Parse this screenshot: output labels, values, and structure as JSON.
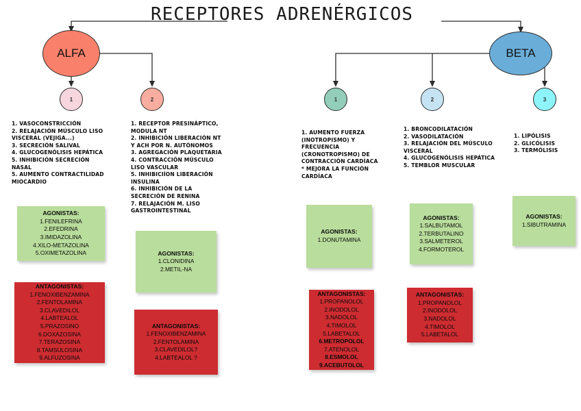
{
  "title": "RECEPTORES  ADRENÉRGICOS",
  "nodes": {
    "alfa": {
      "label": "ALFA",
      "color": "#f9806b"
    },
    "beta": {
      "label": "BETA",
      "color": "#6aadd8"
    },
    "alfa1": {
      "label": "1",
      "color": "#f7d6dd"
    },
    "alfa2": {
      "label": "2",
      "color": "#f9ada0"
    },
    "beta1": {
      "label": "1",
      "color": "#92ceb9"
    },
    "beta2": {
      "label": "2",
      "color": "#c6e3f3"
    },
    "beta3": {
      "label": "3",
      "color": "#8df4fa"
    }
  },
  "columns": [
    {
      "key": "alfa1",
      "effects": "1. VASOCONSTRICCIÓN\n2. RELAJACIÓN MÚSCULO LISO\nVISCERAL (VEJIGA...)\n3. SECRECIÓN SALIVAL\n4. GLUCOGENÓLISIS HEPÁTICA\n5. INHIBICIÓN SECRECIÓN\nNASAL\n5. AUMENTO CONTRACTILIDAD\nMIOCARDIO",
      "agonists": {
        "header": "AGONISTAS:",
        "items": [
          "1.FENILEFRINA",
          "2.EFEDRINA",
          "3.IMIDAZOLINA",
          "4.XILO-METAZOLINA",
          "5.OXIMETAZOLINA"
        ]
      },
      "antagonists": {
        "header": "ANTAGONISTAS:",
        "items": [
          "1.FENOXIBENZAMINA",
          "2.FENTOLAMINA",
          "3.CLAVEDILOL",
          "4.LABTEALOL",
          "5.PRAZOSINO",
          "6.DOXAZOSINA",
          "7.TERAZOSINA",
          "8.TAMSULOSINA",
          "9.ALFUZOSINA"
        ]
      }
    },
    {
      "key": "alfa2",
      "effects": "1. RECEPTOR PRESINÁPTICO,\nMODULA NT\n2. INHIBICIÓN LIBERACIÓN NT\nY ACH POR N. AUTÓNOMOS\n3. AGREGACIÓN PLAQUETARIA\n4. CONTRACCIÓN MÚSCULO\nLISO VASCULAR\n5. INHIBICIÍON LIBERACIÓN\nINSULINA\n6. INHIBICIÓN DE LA\nSECRECIÓN DE RENINA\n7. RELAJACIÓN M. LISO\nGASTROINTESTINAL",
      "agonists": {
        "header": "AGONISTAS:",
        "items": [
          "1.CLONIDINA",
          "2.METIL-NA"
        ]
      },
      "antagonists": {
        "header": "ANTAGONISTAS:",
        "items": [
          "1.FENOXIBENZAMINA",
          "2.FENTOLAMINA",
          "3.CLAVEDILOL?",
          "4.LABTEALOL ?"
        ]
      }
    },
    {
      "key": "beta1",
      "effects": "1. AUMENTO FUERZA\n(INOTROPISMO) Y\nFRECUENCIA\n(CRONOTROPISMO) DE\nCONTRACCIÓN CARDÍACA\n* MEJORA LA FUNCIÓN\nCARDÍACA",
      "agonists": {
        "header": "AGONISTAS:",
        "items": [
          "1.DONUTAMINA"
        ]
      },
      "antagonists": {
        "header": "ANTAGONISTAS:",
        "items": [
          "1.PROPANOLOL",
          "2.INODOLOL",
          "3.NADOLOL",
          "4.TIMOLOL",
          "5.LABETALOL",
          "6.METROPOLOL",
          "7.ATENOLOL",
          "8.ESMOLOL",
          "9.ACEBUTOLOL"
        ],
        "bold": [
          5,
          7,
          8
        ]
      }
    },
    {
      "key": "beta2",
      "effects": "1. BRONCODILATACIÓN\n2. VASODILATACIÓN\n3. RELAJACIÓN DEL MÚSCULO\nVISCERAL\n4. GLUCOGENÓLISIS HEPÁTICA\n5. TEMBLOR MUSCULAR",
      "agonists": {
        "header": "AGONISTAS:",
        "items": [
          "1.SALBUTAMOL",
          "2.TERBUTALINO",
          "3.SALMETEROL",
          "4.FORMOTEROL"
        ]
      },
      "antagonists": {
        "header": "ANTAGONISTAS:",
        "items": [
          "1.PROPANOLOL",
          "2.INODOLOL",
          "3.NADOLOL",
          "4.TIMOLOL",
          "5.LABETALOL"
        ]
      }
    },
    {
      "key": "beta3",
      "effects": "1. LIPÓLISIS\n2. GLICÓLISIS\n3. TERMÓLISIS",
      "agonists": {
        "header": "AGONISTAS:",
        "items": [
          "1.SIBUTRAMINA"
        ]
      },
      "antagonists": null
    }
  ]
}
